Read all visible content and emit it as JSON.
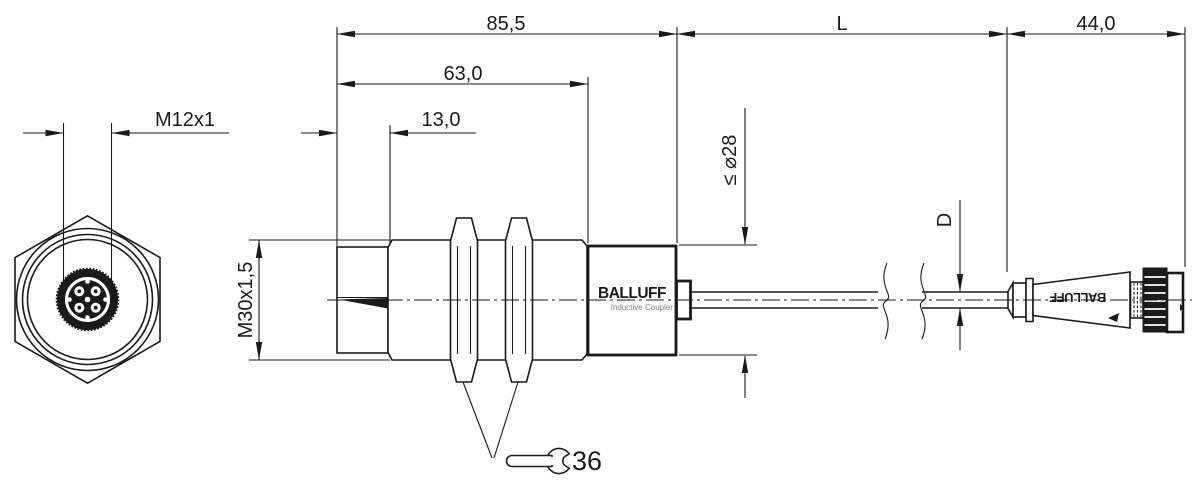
{
  "labels": {
    "total_length": "85,5",
    "cable_length": "L",
    "connector_length": "44,0",
    "body_length": "63,0",
    "front_section": "13,0",
    "front_thread": "M12x1",
    "body_thread": "M30x1,5",
    "max_diameter": "≤ ⌀28",
    "cable_diameter": "D",
    "wrench_size": "36",
    "brand_logo": "BALLUFF",
    "brand_subtitle": "Inductive Coupler",
    "connector_logo": "BALLUFF"
  },
  "colors": {
    "line": "#1a1a1a",
    "background": "#ffffff",
    "subtitle_gray": "#808080"
  }
}
